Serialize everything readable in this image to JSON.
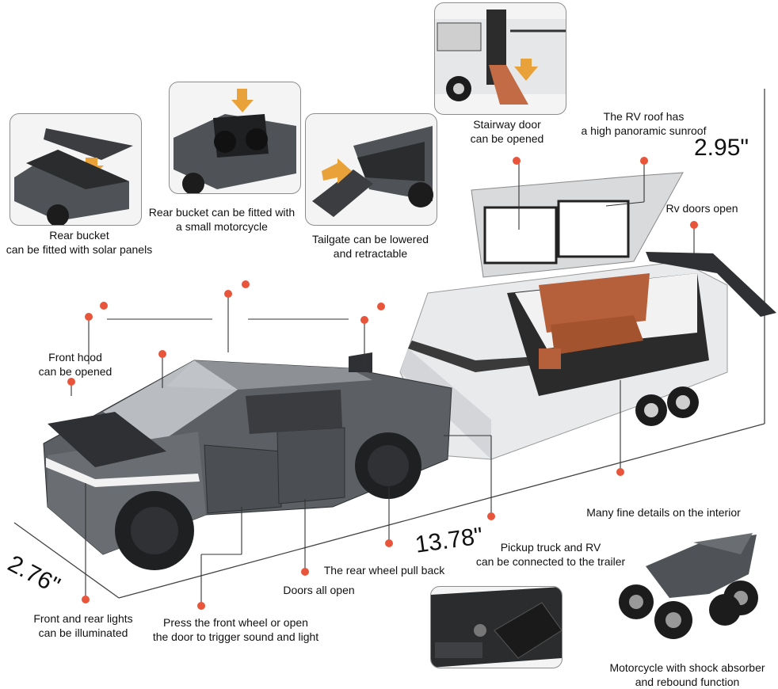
{
  "captions": {
    "rear_bucket_solar": [
      "Rear bucket",
      "can be fitted with solar panels"
    ],
    "rear_bucket_motorcycle": [
      "Rear bucket can be fitted with",
      "a small motorcycle"
    ],
    "tailgate": [
      "Tailgate can be lowered",
      "and retractable"
    ],
    "stairway_door": [
      "Stairway door",
      "can be opened"
    ],
    "rv_roof": [
      "The RV roof has",
      "a high panoramic sunroof"
    ],
    "rv_doors": "Rv doors open",
    "front_hood": [
      "Front hood",
      "can be opened"
    ],
    "interior": "Many fine details on the interior",
    "pickup_rv": [
      "Pickup truck and RV",
      "can be connected to the trailer"
    ],
    "rear_wheel": "The rear wheel pull back",
    "doors_open": "Doors all open",
    "lights": [
      "Front and rear lights",
      "can be illuminated"
    ],
    "front_wheel": [
      "Press the front wheel or open",
      "the door to trigger sound and light"
    ],
    "motorcycle": [
      "Motorcycle with shock absorber",
      "and rebound function"
    ]
  },
  "dimensions": {
    "height": "2.95\"",
    "length": "13.78\"",
    "width": "2.76\""
  },
  "colors": {
    "marker": "#e8553a",
    "body": "#5c5f63",
    "body_dark": "#2e3033",
    "trailer": "#e9eaec",
    "interior": "#b5603a",
    "line": "#333333"
  }
}
